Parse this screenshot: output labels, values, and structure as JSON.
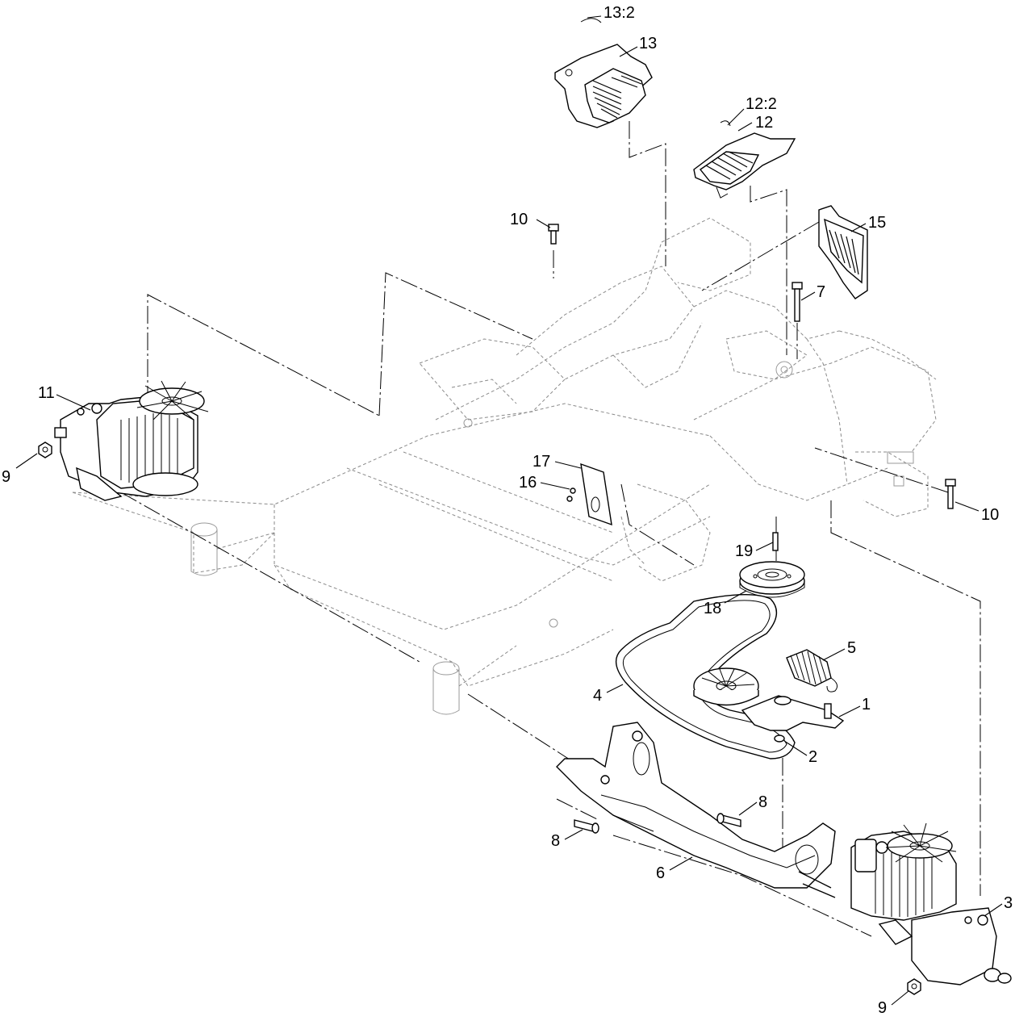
{
  "callouts": {
    "c1": "1",
    "c2": "2",
    "c3": "3",
    "c4": "4",
    "c5": "5",
    "c6": "6",
    "c7": "7",
    "c8a": "8",
    "c8b": "8",
    "c9a": "9",
    "c9b": "9",
    "c10a": "10",
    "c10b": "10",
    "c11": "11",
    "c12": "12",
    "c12_2": "12:2",
    "c13": "13",
    "c13_2": "13:2",
    "c15": "15",
    "c16": "16",
    "c17": "17",
    "c18": "18",
    "c19": "19"
  }
}
